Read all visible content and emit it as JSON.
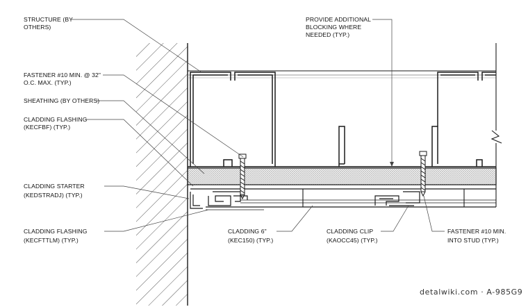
{
  "colors": {
    "line": "#1a1a1a",
    "leader": "#444444",
    "background": "#ffffff"
  },
  "labels": {
    "structure": [
      "STRUCTURE (BY",
      "OTHERS)"
    ],
    "fastener_top": [
      "FASTENER #10 MIN. @ 32\"",
      "O.C. MAX. (TYP.)"
    ],
    "sheathing": [
      "SHEATHING (BY OTHERS)"
    ],
    "flashing_top": [
      "CLADDING FLASHING",
      "(KECFBF) (TYP.)"
    ],
    "starter": [
      "CLADDING STARTER",
      "(KEDSTRADJ) (TYP.)"
    ],
    "flashing_bottom": [
      "CLADDING FLASHING",
      "(KECFTTLM) (TYP.)"
    ],
    "blocking": [
      "PROVIDE ADDITIONAL",
      "BLOCKING WHERE",
      "NEEDED (TYP.)"
    ],
    "cladding": [
      "CLADDING 6\"",
      "(KEC150) (TYP.)"
    ],
    "clip": [
      "CLADDING CLIP",
      "(KAOCC45) (TYP.)"
    ],
    "fastener_stud": [
      "FASTENER #10 MIN.",
      "INTO STUD (TYP.)"
    ]
  },
  "watermark": "detalwiki.com · A-985G9"
}
